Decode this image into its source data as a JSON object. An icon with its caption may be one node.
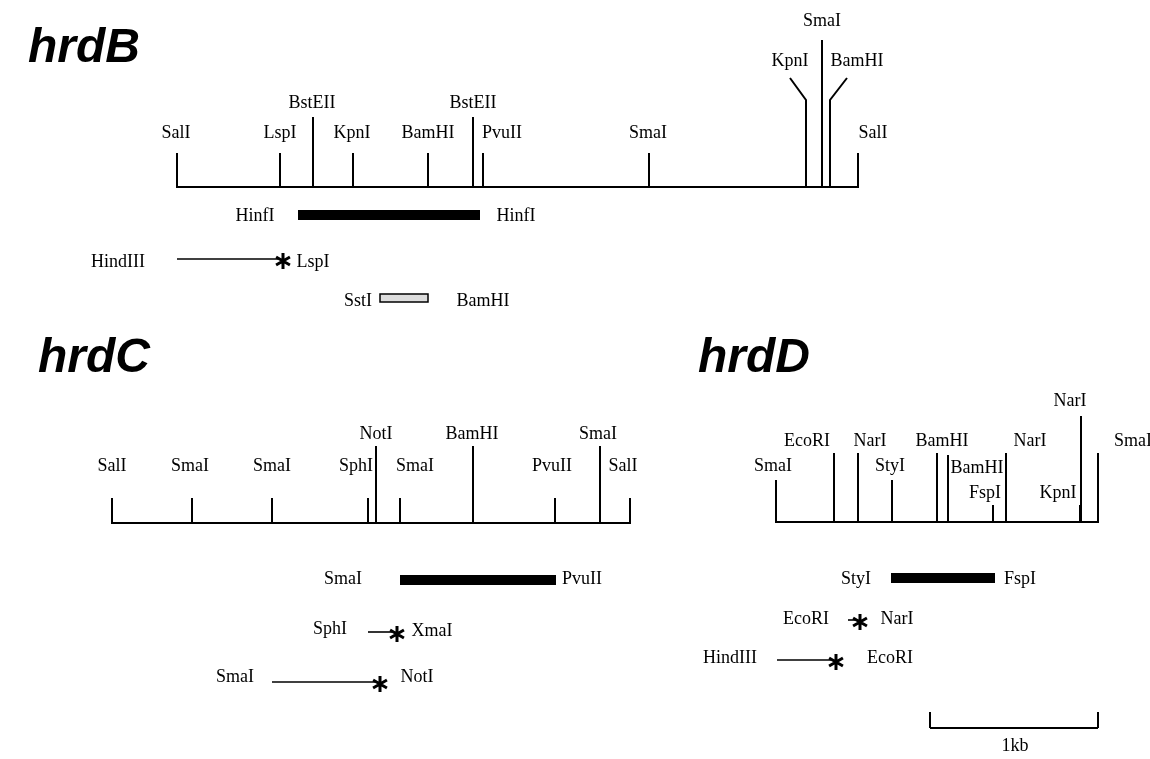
{
  "diagram": {
    "labels": [
      "hrdB",
      "SmaI",
      "KpnI",
      "BamHI",
      "BstEII",
      "BstEII",
      "SalI",
      "LspI",
      "KpnI",
      "BamHI",
      "PvuII",
      "SmaI",
      "SalI",
      "HinfI",
      "HinfI",
      "HindIII",
      "LspI",
      "SstI",
      "BamHI",
      "hrdC",
      "NotI",
      "BamHI",
      "SmaI",
      "SalI",
      "SmaI",
      "SmaI",
      "SphI",
      "SmaI",
      "PvuII",
      "SalI",
      "SmaI",
      "PvuII",
      "SphI",
      "XmaI",
      "SmaI",
      "NotI",
      "hrdD",
      "NarI",
      "EcoRI",
      "NarI",
      "BamHI",
      "NarI",
      "SmaI",
      "SmaI",
      "StyI",
      "BamHI",
      "FspI",
      "KpnI",
      "StyI",
      "FspI",
      "EcoRI",
      "NarI",
      "HindIII",
      "EcoRI",
      "1kb"
    ]
  }
}
